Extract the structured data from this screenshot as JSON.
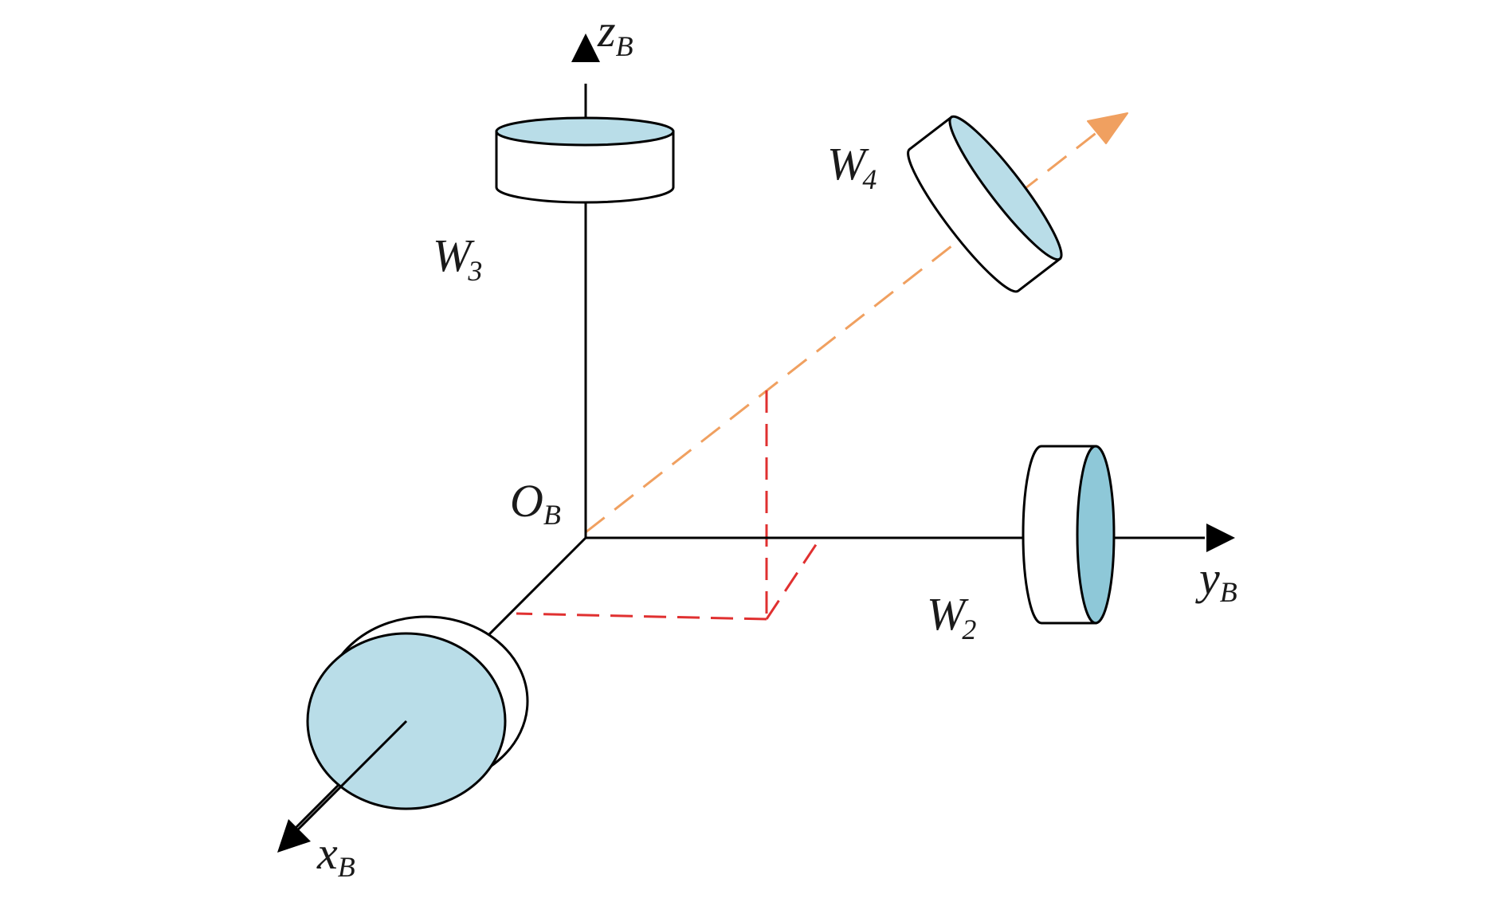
{
  "labels": {
    "z_axis": {
      "main": "z",
      "sub": "B"
    },
    "y_axis": {
      "main": "y",
      "sub": "B"
    },
    "x_axis": {
      "main": "x",
      "sub": "B"
    },
    "origin": {
      "main": "O",
      "sub": "B"
    },
    "wheel_2": {
      "main": "W",
      "sub": "2"
    },
    "wheel_3": {
      "main": "W",
      "sub": "3"
    },
    "wheel_4": {
      "main": "W",
      "sub": "4"
    }
  },
  "colors": {
    "axis": "#000000",
    "wheel_face": "#b9dde8",
    "wheel_face_dark": "#8ec8d8",
    "wheel_side": "#ffffff",
    "skew_axis": "#f0a060",
    "projection": "#e03030"
  }
}
